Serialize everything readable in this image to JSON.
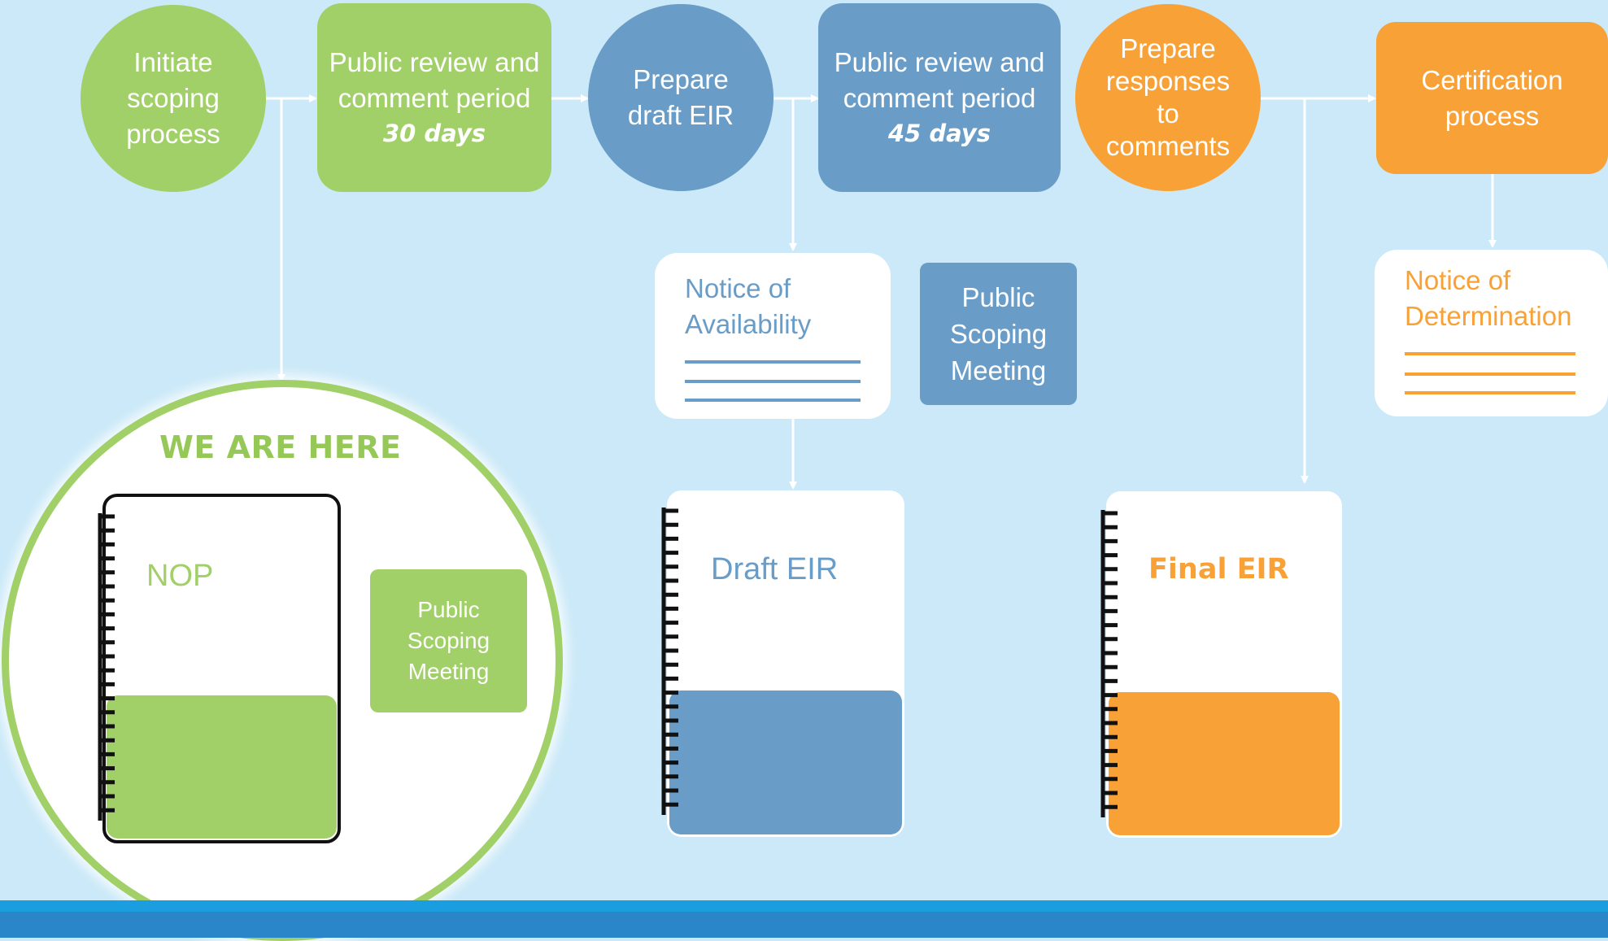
{
  "colors": {
    "background": "#cbe9f8",
    "green": "#a2d068",
    "blue": "#699dc7",
    "orange": "#f7a136",
    "band": "#2a86c9"
  },
  "steps": [
    {
      "id": "initiate",
      "label": "Initiate scoping process",
      "lines": [
        "Initiate",
        "scoping",
        "process"
      ]
    },
    {
      "id": "review30",
      "lines": [
        "Public review and",
        "comment period"
      ],
      "duration": "30 days"
    },
    {
      "id": "draft",
      "lines": [
        "Prepare",
        "draft EIR"
      ]
    },
    {
      "id": "review45",
      "lines": [
        "Public review and",
        "comment period"
      ],
      "duration": "45 days"
    },
    {
      "id": "responses",
      "lines": [
        "Prepare",
        "responses",
        "to",
        "comments"
      ]
    },
    {
      "id": "certification",
      "lines": [
        "Certification",
        "process"
      ]
    }
  ],
  "notices": {
    "availability": {
      "lines": [
        "Notice of",
        "Availability"
      ]
    },
    "determination": {
      "lines": [
        "Notice of",
        "Determination"
      ]
    }
  },
  "public_scoping_meeting": {
    "lines": [
      "Public",
      "Scoping",
      "Meeting"
    ]
  },
  "we_are_here": "WE ARE HERE",
  "notebooks": {
    "nop": "NOP",
    "draft": "Draft EIR",
    "final": "Final EIR"
  }
}
